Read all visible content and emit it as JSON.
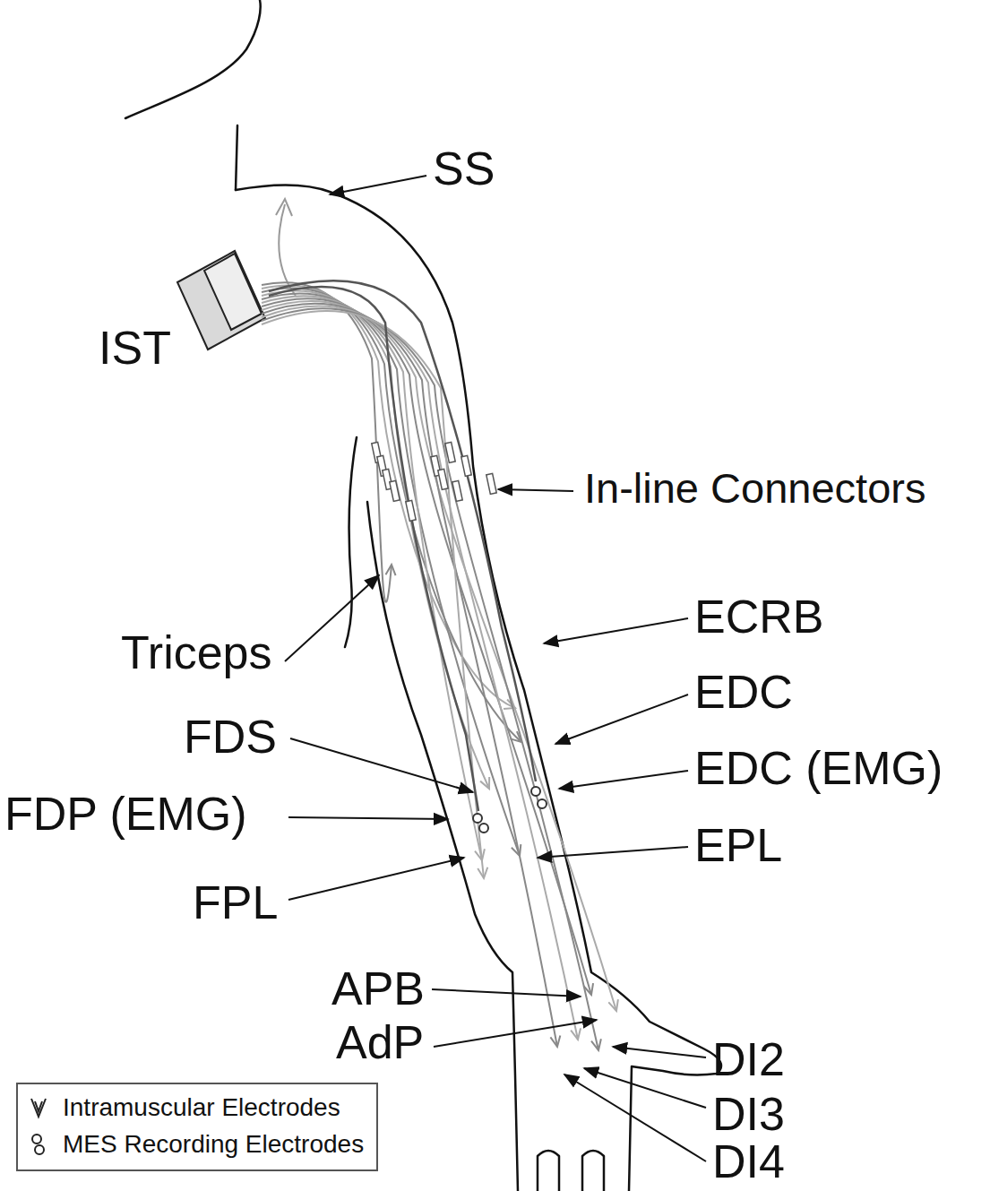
{
  "diagram": {
    "labels": [
      "SS",
      "IST",
      "In-line Connectors",
      "Triceps",
      "ECRB",
      "EDC",
      "EDC (EMG)",
      "FDS",
      "FDP (EMG)",
      "EPL",
      "FPL",
      "APB",
      "AdP",
      "DI2",
      "DI3",
      "DI4"
    ],
    "legend": [
      {
        "text": "Intramuscular Electrodes"
      },
      {
        "text": "MES Recording Electrodes"
      }
    ]
  }
}
